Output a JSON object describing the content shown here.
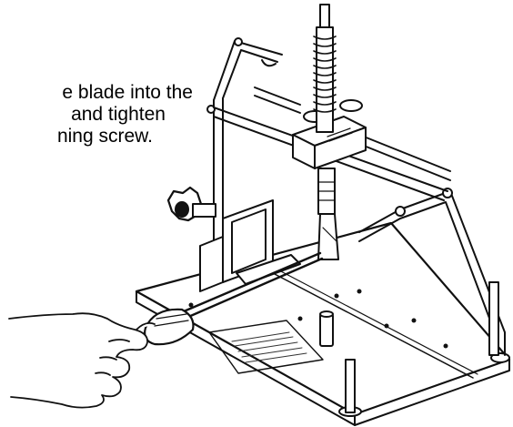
{
  "instruction": {
    "lines": [
      "e blade into the",
      "and tighten",
      "ning screw."
    ]
  },
  "illustration": {
    "subject": "hand tightening retaining screw with screwdriver on blade holder jig"
  }
}
